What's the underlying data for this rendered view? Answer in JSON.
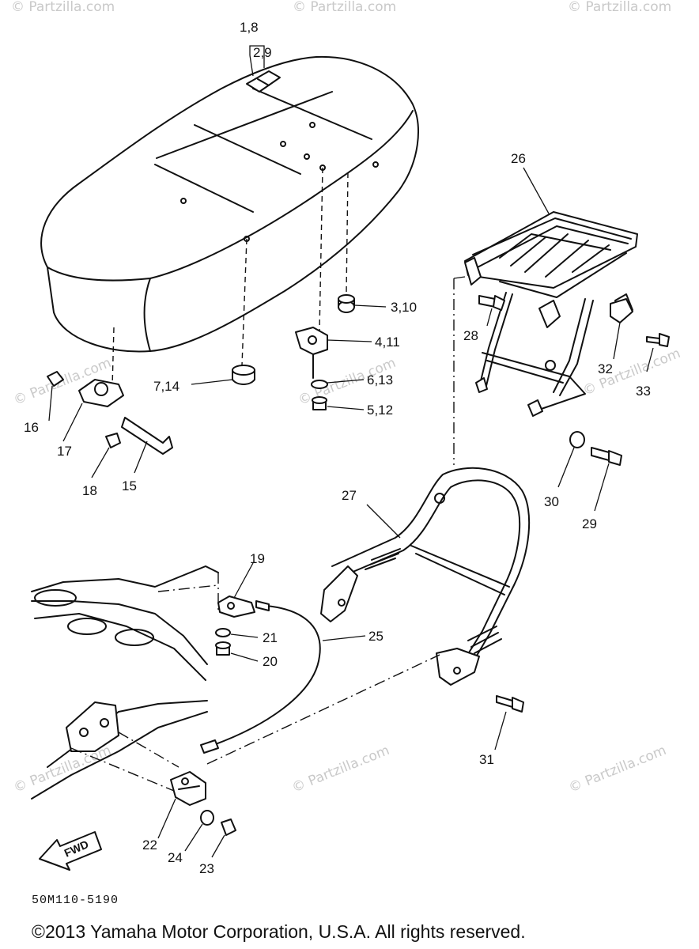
{
  "diagram": {
    "part_labels": {
      "l_1_8": "1,8",
      "l_2_9": "2,9",
      "l_26": "26",
      "l_3_10": "3,10",
      "l_4_11": "4,11",
      "l_6_13": "6,13",
      "l_5_12": "5,12",
      "l_7_14": "7,14",
      "l_28": "28",
      "l_32": "32",
      "l_33": "33",
      "l_16": "16",
      "l_17": "17",
      "l_18": "18",
      "l_15": "15",
      "l_27": "27",
      "l_30": "30",
      "l_29": "29",
      "l_19": "19",
      "l_21": "21",
      "l_20": "20",
      "l_25": "25",
      "l_31": "31",
      "l_22": "22",
      "l_24": "24",
      "l_23": "23"
    },
    "fwd_arrow_label": "FWD",
    "diagram_code": "50M110-5190",
    "watermark_text": "© Partzilla.com",
    "copyright": "©2013 Yamaha Motor Corporation, U.S.A. All rights reserved."
  }
}
